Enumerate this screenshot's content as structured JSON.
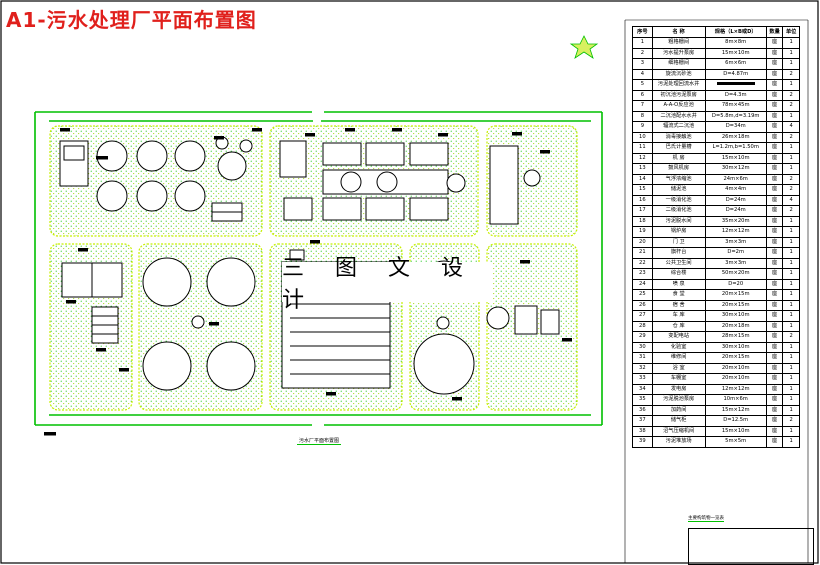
{
  "title": "A1-污水处理厂平面布置图",
  "watermark": "三 图 文 设 计",
  "plan_caption": "污水厂平面布置图",
  "legend_caption": "主要构筑物一览表",
  "legend": {
    "headers": [
      "序号",
      "名 称",
      "规格（L×B或D）",
      "数量",
      "单位"
    ],
    "rows": [
      [
        "1",
        "粗格栅间",
        "8m×8m",
        "座",
        "1"
      ],
      [
        "2",
        "污水提升泵房",
        "15m×10m",
        "座",
        "1"
      ],
      [
        "3",
        "细格栅间",
        "6m×6m",
        "座",
        "1"
      ],
      [
        "4",
        "旋流沉砂池",
        "D=4.87m",
        "座",
        "2"
      ],
      [
        "5",
        "污泥处理回流水井",
        "",
        "座",
        "1"
      ],
      [
        "6",
        "初沉池污泥泵房",
        "D=4.3m",
        "座",
        "2"
      ],
      [
        "7",
        "A-A-O反应池",
        "78m×45m",
        "座",
        "2"
      ],
      [
        "8",
        "二沉池配水水井",
        "D=5.8m,d=3.19m",
        "座",
        "1"
      ],
      [
        "9",
        "辐流式二沉池",
        "D=34m",
        "座",
        "4"
      ],
      [
        "10",
        "消毒接触池",
        "26m×18m",
        "座",
        "2"
      ],
      [
        "11",
        "巴氏计量槽",
        "L=1.2m,b=1.50m",
        "座",
        "1"
      ],
      [
        "12",
        "机 房",
        "15m×10m",
        "座",
        "1"
      ],
      [
        "13",
        "鼓风机房",
        "30m×12m",
        "座",
        "1"
      ],
      [
        "14",
        "气浮浓缩池",
        "24m×6m",
        "座",
        "2"
      ],
      [
        "15",
        "储泥池",
        "4m×4m",
        "座",
        "2"
      ],
      [
        "16",
        "一级消化池",
        "D=24m",
        "座",
        "4"
      ],
      [
        "17",
        "二级消化池",
        "D=24m",
        "座",
        "2"
      ],
      [
        "18",
        "污泥脱水间",
        "35m×20m",
        "座",
        "1"
      ],
      [
        "19",
        "锅炉房",
        "12m×12m",
        "座",
        "1"
      ],
      [
        "20",
        "门 卫",
        "3m×3m",
        "座",
        "1"
      ],
      [
        "21",
        "旗杆台",
        "D=2m",
        "座",
        "1"
      ],
      [
        "22",
        "公共卫生间",
        "3m×3m",
        "座",
        "1"
      ],
      [
        "23",
        "综合楼",
        "50m×20m",
        "座",
        "1"
      ],
      [
        "24",
        "喷 泉",
        "D=20",
        "座",
        "1"
      ],
      [
        "25",
        "食 堂",
        "20m×15m",
        "座",
        "1"
      ],
      [
        "26",
        "宿 舍",
        "20m×15m",
        "座",
        "1"
      ],
      [
        "27",
        "车 库",
        "30m×10m",
        "座",
        "1"
      ],
      [
        "28",
        "仓 库",
        "20m×18m",
        "座",
        "1"
      ],
      [
        "29",
        "变配电站",
        "28m×15m",
        "座",
        "2"
      ],
      [
        "30",
        "化验室",
        "30m×10m",
        "座",
        "1"
      ],
      [
        "31",
        "维修间",
        "20m×15m",
        "座",
        "1"
      ],
      [
        "32",
        "浴 室",
        "20m×10m",
        "座",
        "1"
      ],
      [
        "33",
        "车棚室",
        "20m×10m",
        "座",
        "1"
      ],
      [
        "34",
        "发电房",
        "12m×12m",
        "座",
        "1"
      ],
      [
        "35",
        "污泥脱池泵房",
        "10m×6m",
        "座",
        "1"
      ],
      [
        "36",
        "加药间",
        "15m×12m",
        "座",
        "1"
      ],
      [
        "37",
        "储气柜",
        "D=12.5m",
        "座",
        "2"
      ],
      [
        "38",
        "沼气压缩机间",
        "15m×10m",
        "座",
        "1"
      ],
      [
        "39",
        "污泥堆放场",
        "5m×5m",
        "座",
        "1"
      ]
    ]
  },
  "colors": {
    "title": "#e0201c",
    "paths": "#00c000",
    "grass": "#c8f000",
    "lines": "#000000"
  }
}
